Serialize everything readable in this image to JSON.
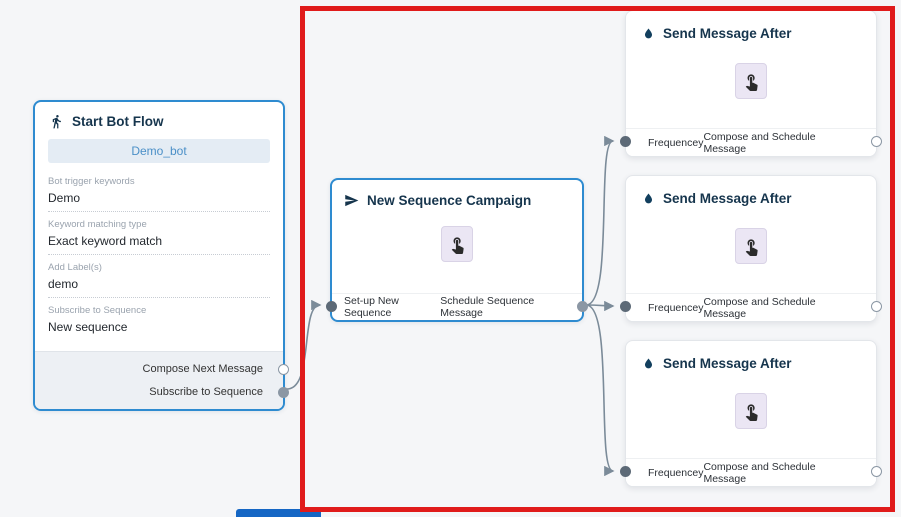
{
  "colors": {
    "node_border_blue": "#2e8bd0",
    "red_highlight": "#e01b1b",
    "connector": "#7b8b99"
  },
  "start_node": {
    "title": "Start Bot Flow",
    "bot_button": "Demo_bot",
    "fields": [
      {
        "label": "Bot trigger keywords",
        "value": "Demo"
      },
      {
        "label": "Keyword matching type",
        "value": "Exact keyword match"
      },
      {
        "label": "Add Label(s)",
        "value": "demo"
      },
      {
        "label": "Subscribe to Sequence",
        "value": "New sequence"
      }
    ],
    "ports": [
      {
        "label": "Compose Next Message"
      },
      {
        "label": "Subscribe to Sequence"
      }
    ]
  },
  "campaign_node": {
    "title": "New Sequence Campaign",
    "port_left": "Set-up New Sequence",
    "port_right": "Schedule Sequence Message"
  },
  "send_nodes": [
    {
      "title": "Send Message After",
      "left": "Frequencey",
      "right": "Compose and Schedule Message"
    },
    {
      "title": "Send Message After",
      "left": "Frequencey",
      "right": "Compose and Schedule Message"
    },
    {
      "title": "Send Message After",
      "left": "Frequencey",
      "right": "Compose and Schedule Message"
    }
  ]
}
